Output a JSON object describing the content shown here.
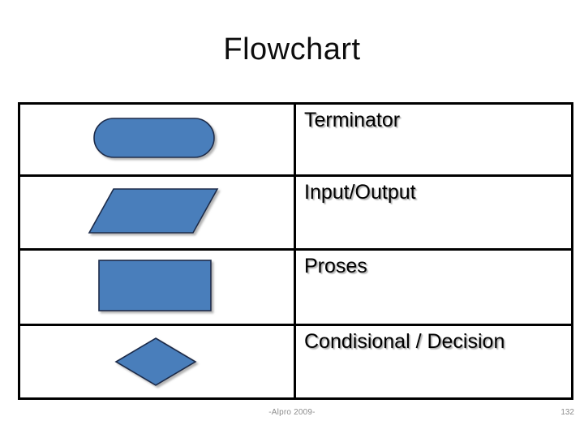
{
  "slide": {
    "title": "Flowchart"
  },
  "colors": {
    "shape_fill": "#4A7EBB",
    "shape_stroke": "#1B2B48",
    "table_border": "#000000",
    "title_text": "#0D0D0D",
    "footer_text": "#8C8C8C"
  },
  "table": {
    "rows": [
      {
        "shape": "rounded-rectangle-terminator",
        "shape_icon_name": "terminator-shape-icon",
        "label": "Terminator"
      },
      {
        "shape": "parallelogram-input-output",
        "shape_icon_name": "input-output-shape-icon",
        "label": "Input/Output"
      },
      {
        "shape": "rectangle-process",
        "shape_icon_name": "process-shape-icon",
        "label": "Proses"
      },
      {
        "shape": "diamond-decision",
        "shape_icon_name": "decision-shape-icon",
        "label": "Condisional / Decision"
      }
    ]
  },
  "footer": {
    "note": "-Alpro 2009-",
    "page_number": "132"
  }
}
